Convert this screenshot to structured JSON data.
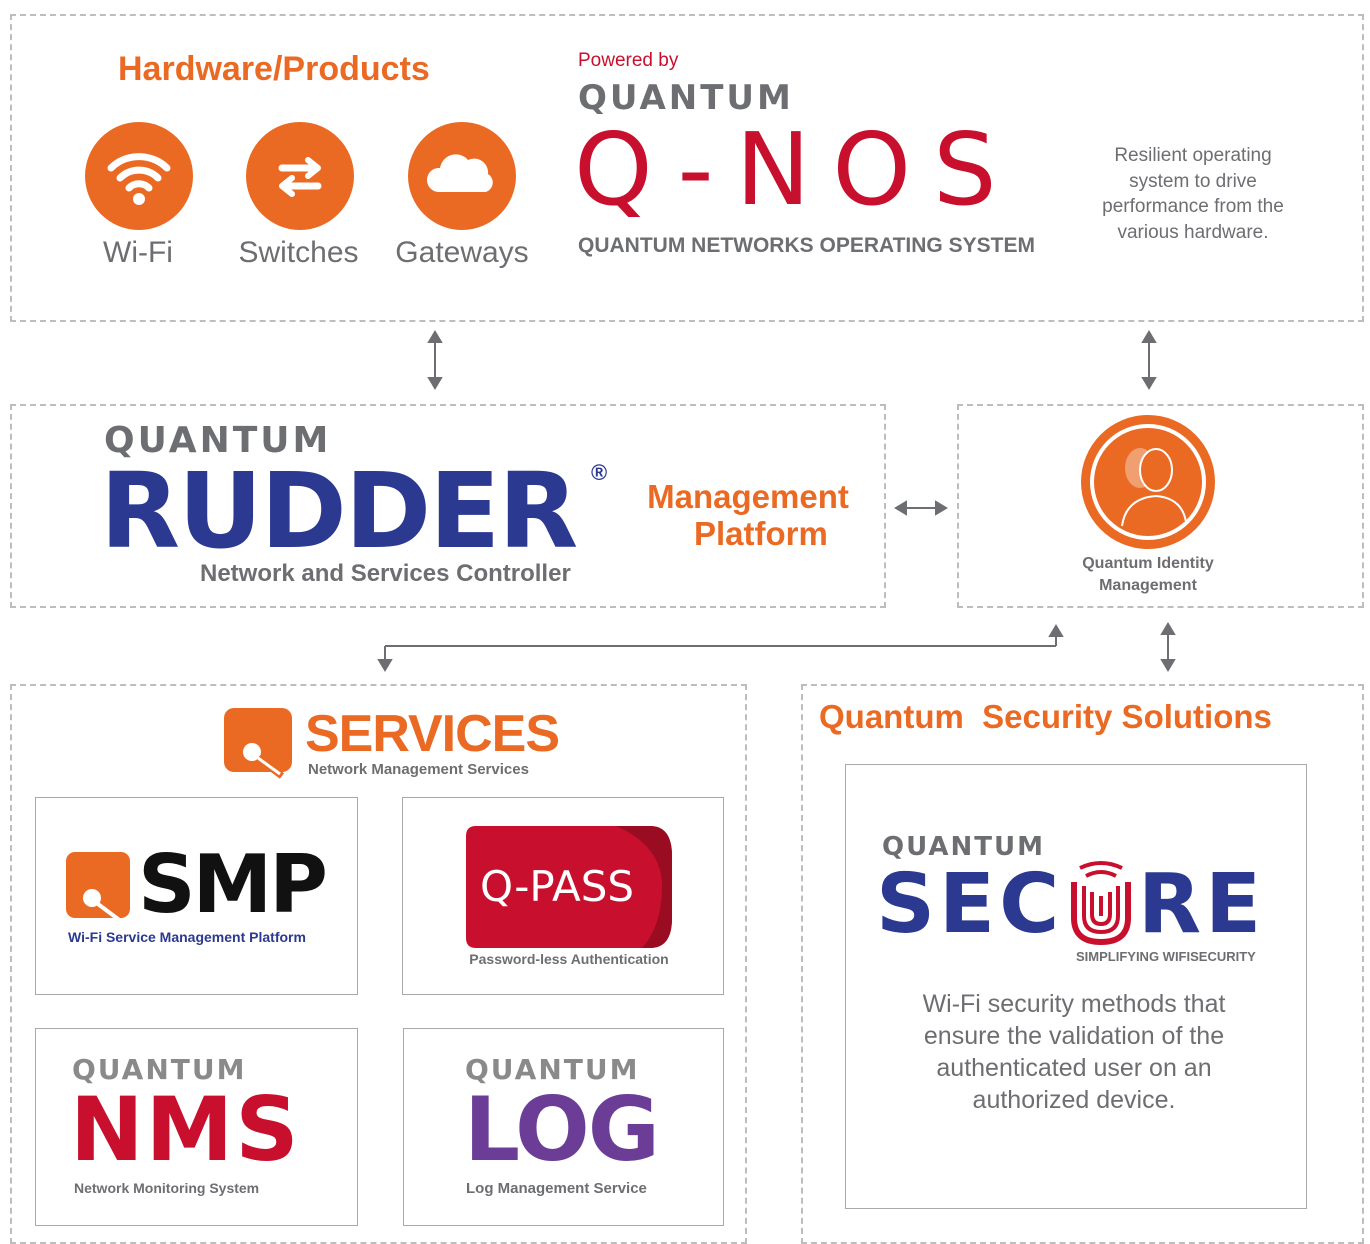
{
  "top": {
    "hardware_title": "Hardware/Products",
    "products": [
      {
        "label": "Wi-Fi",
        "icon": "wifi-icon"
      },
      {
        "label": "Switches",
        "icon": "switch-arrows-icon"
      },
      {
        "label": "Gateways",
        "icon": "cloud-icon"
      }
    ],
    "powered_by": "Powered by",
    "quantum_word": "QUANTUM",
    "qnos_logo": "Q-NOS",
    "qnos_subtitle": "QUANTUM NETWORKS OPERATING SYSTEM",
    "description": "Resilient operating system to drive performance from the various hardware."
  },
  "rudder": {
    "quantum_word": "QUANTUM",
    "logo": "RUDDER",
    "registered_mark": "®",
    "subtitle": "Network and Services Controller",
    "platform_label_line1": "Management",
    "platform_label_line2": "Platform"
  },
  "identity": {
    "label_line1": "Quantum Identity",
    "label_line2": "Management",
    "icon": "user-silhouette-icon"
  },
  "services": {
    "logo": "SERVICES",
    "subtitle": "Network Management Services",
    "cards": [
      {
        "logo": "SMP",
        "subtitle": "Wi-Fi Service Management Platform"
      },
      {
        "logo": "Q-PASS",
        "subtitle": "Password-less Authentication"
      },
      {
        "quantum_word": "QUANTUM",
        "logo": "NMS",
        "subtitle": "Network Monitoring System"
      },
      {
        "quantum_word": "QUANTUM",
        "logo": "LOG",
        "subtitle": "Log Management Service"
      }
    ]
  },
  "security": {
    "title": "Quantum  Security Solutions",
    "quantum_word": "QUANTUM",
    "logo_left": "SEC",
    "logo_right": "RE",
    "tagline": "SIMPLIFYING WIFISECURITY",
    "description": "Wi-Fi security methods that ensure the validation of the authenticated user on an authorized device."
  },
  "colors": {
    "orange": "#ea6a24",
    "red": "#c8102e",
    "navy": "#2b3990",
    "purple": "#6c3d96",
    "grey": "#6d6e71"
  }
}
